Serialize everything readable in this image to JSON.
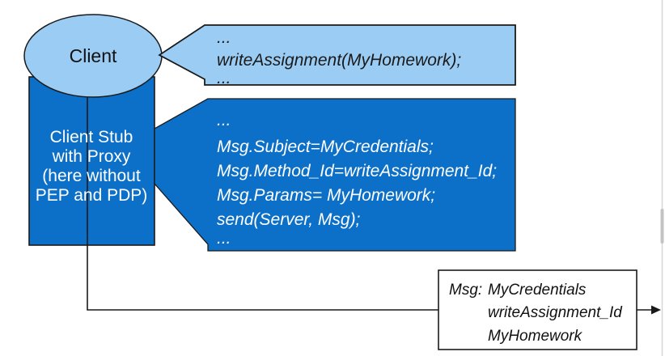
{
  "colors": {
    "light_blue": "#9bccf4",
    "dark_blue": "#0d70c8",
    "outline": "#1a1a1a",
    "text_dark": "#111111",
    "text_light": "#ffffff",
    "scrollbar_track": "#d8d8d8",
    "scrollbar_thumb": "#c3c3c3"
  },
  "client": {
    "label": "Client"
  },
  "client_stub": {
    "lines": [
      "Client Stub",
      "with Proxy",
      "(here without",
      "PEP and PDP)"
    ]
  },
  "client_code": {
    "lines": [
      "...",
      "writeAssignment(MyHomework);",
      "..."
    ]
  },
  "stub_code": {
    "lines": [
      "...",
      "Msg.Subject=MyCredentials;",
      "Msg.Method_Id=writeAssignment_Id;",
      "Msg.Params= MyHomework;",
      "send(Server, Msg);",
      "..."
    ]
  },
  "message_box": {
    "label": "Msg:",
    "lines": [
      "MyCredentials",
      "writeAssignment_Id",
      "MyHomework"
    ]
  }
}
